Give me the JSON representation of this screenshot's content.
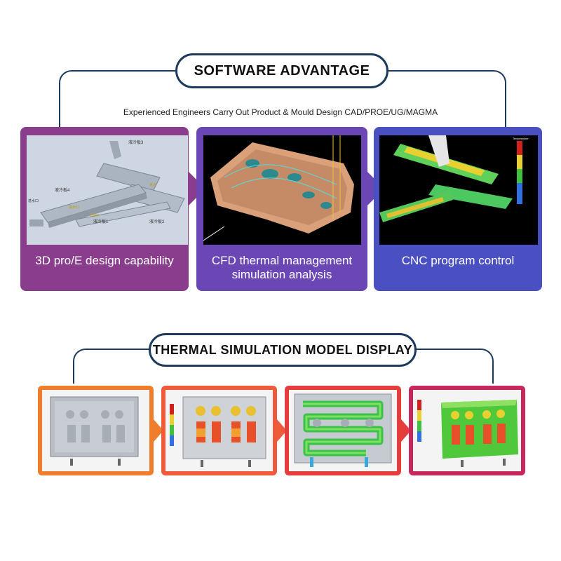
{
  "section1": {
    "title": "SOFTWARE ADVANTAGE",
    "subtitle": "Experienced Engineers Carry Out Product & Mould Design CAD/PROE/UG/MAGMA"
  },
  "cards": [
    {
      "caption_line1": "3D pro/E design capability",
      "caption_line2": "",
      "color": "#8b3d8d"
    },
    {
      "caption_line1": "CFD thermal management",
      "caption_line2": "simulation analysis",
      "color": "#6b47b5"
    },
    {
      "caption_line1": "CNC program control",
      "caption_line2": "",
      "color": "#4a4fc2"
    }
  ],
  "section2": {
    "title": "THERMAL SIMULATION MODEL DISPLAY"
  },
  "thumbs": [
    {
      "color": "#f07d2c"
    },
    {
      "color": "#ef5a3a"
    },
    {
      "color": "#e53c3c"
    },
    {
      "color": "#c7285c"
    }
  ],
  "colors": {
    "navy": "#1d3a5c",
    "white": "#ffffff"
  }
}
